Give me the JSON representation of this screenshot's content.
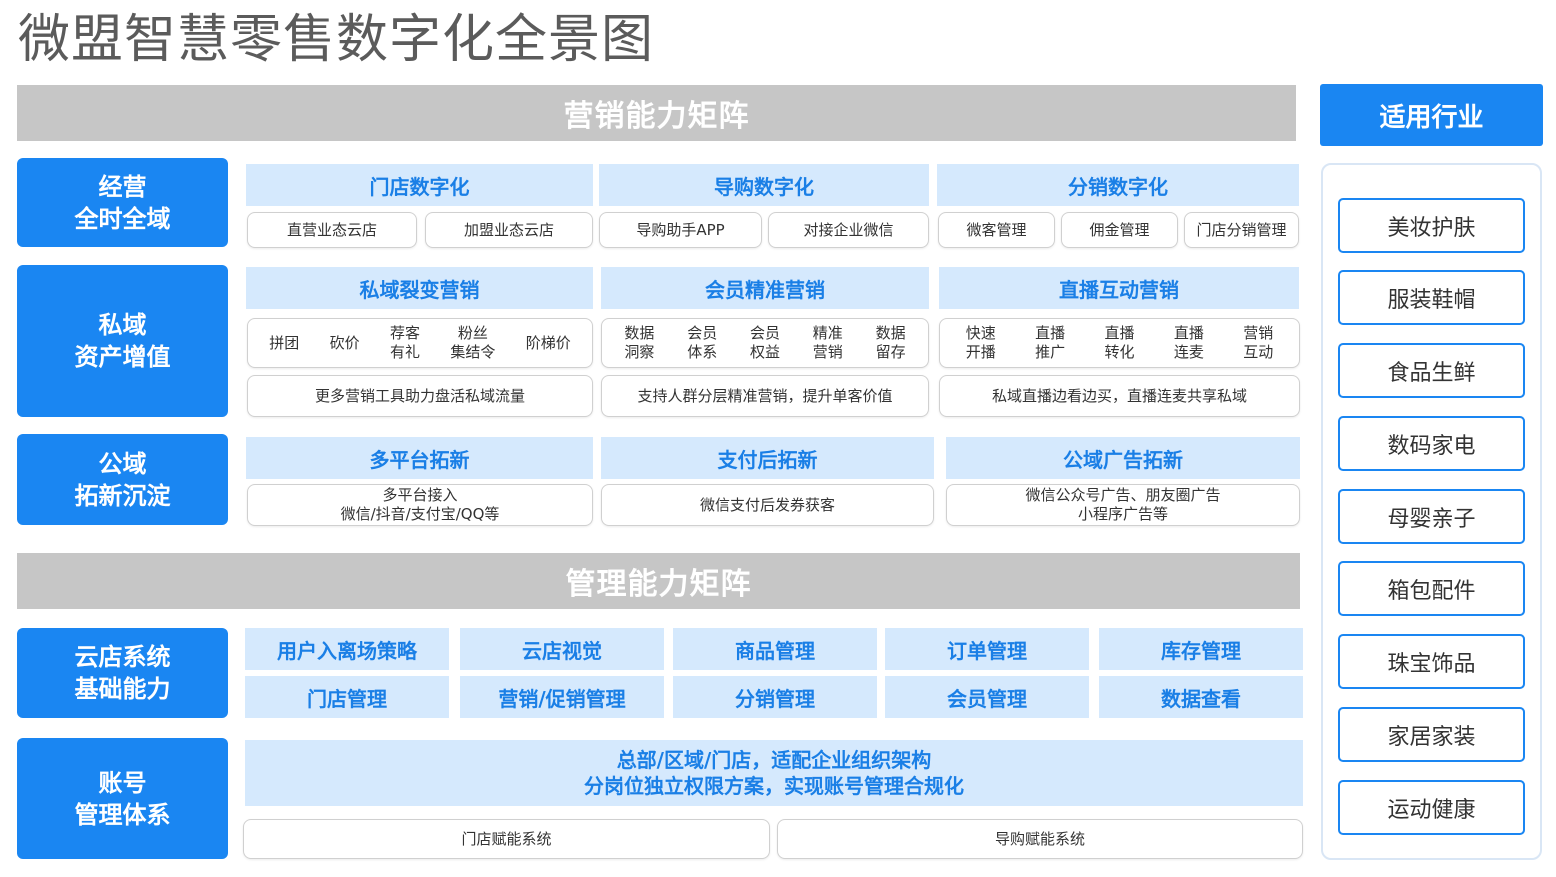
{
  "title": "微盟智慧零售数字化全景图",
  "marketing": {
    "band": "营销能力矩阵",
    "rows": [
      {
        "side": [
          "经营",
          "全时全域"
        ],
        "groups": [
          {
            "header": "门店数字化",
            "items": [
              "直营业态云店",
              "加盟业态云店"
            ]
          },
          {
            "header": "导购数字化",
            "items": [
              "导购助手APP",
              "对接企业微信"
            ]
          },
          {
            "header": "分销数字化",
            "items": [
              "微客管理",
              "佣金管理",
              "门店分销管理"
            ]
          }
        ]
      },
      {
        "side": [
          "私域",
          "资产增值"
        ],
        "groups": [
          {
            "header": "私域裂变营销",
            "cells": [
              [
                "拼团"
              ],
              [
                "砍价"
              ],
              [
                "荐客",
                "有礼"
              ],
              [
                "粉丝",
                "集结令"
              ],
              [
                "阶梯价"
              ]
            ],
            "note": "更多营销工具助力盘活私域流量"
          },
          {
            "header": "会员精准营销",
            "cells": [
              [
                "数据",
                "洞察"
              ],
              [
                "会员",
                "体系"
              ],
              [
                "会员",
                "权益"
              ],
              [
                "精准",
                "营销"
              ],
              [
                "数据",
                "留存"
              ]
            ],
            "note": "支持人群分层精准营销，提升单客价值"
          },
          {
            "header": "直播互动营销",
            "cells": [
              [
                "快速",
                "开播"
              ],
              [
                "直播",
                "推广"
              ],
              [
                "直播",
                "转化"
              ],
              [
                "直播",
                "连麦"
              ],
              [
                "营销",
                "互动"
              ]
            ],
            "note": "私域直播边看边买，直播连麦共享私域"
          }
        ]
      },
      {
        "side": [
          "公域",
          "拓新沉淀"
        ],
        "groups": [
          {
            "header": "多平台拓新",
            "lines": [
              "多平台接入",
              "微信/抖音/支付宝/QQ等"
            ]
          },
          {
            "header": "支付后拓新",
            "lines": [
              "微信支付后发券获客"
            ]
          },
          {
            "header": "公域广告拓新",
            "lines": [
              "微信公众号广告、朋友圈广告",
              "小程序广告等"
            ]
          }
        ]
      }
    ]
  },
  "management": {
    "band": "管理能力矩阵",
    "cloud": {
      "side": [
        "云店系统",
        "基础能力"
      ],
      "row1": [
        "用户入离场策略",
        "云店视觉",
        "商品管理",
        "订单管理",
        "库存管理"
      ],
      "row2": [
        "门店管理",
        "营销/促销管理",
        "分销管理",
        "会员管理",
        "数据查看"
      ]
    },
    "account": {
      "side": [
        "账号",
        "管理体系"
      ],
      "lines": [
        "总部/区域/门店，适配企业组织架构",
        "分岗位独立权限方案，实现账号管理合规化"
      ],
      "systems": [
        "门店赋能系统",
        "导购赋能系统"
      ]
    }
  },
  "industries": {
    "header": "适用行业",
    "items": [
      "美妆护肤",
      "服装鞋帽",
      "食品生鲜",
      "数码家电",
      "母婴亲子",
      "箱包配件",
      "珠宝饰品",
      "家居家装",
      "运动健康"
    ]
  },
  "colors": {
    "accent": "#1a86f2",
    "light": "#d5e9fd",
    "band": "#c6c6c6"
  }
}
